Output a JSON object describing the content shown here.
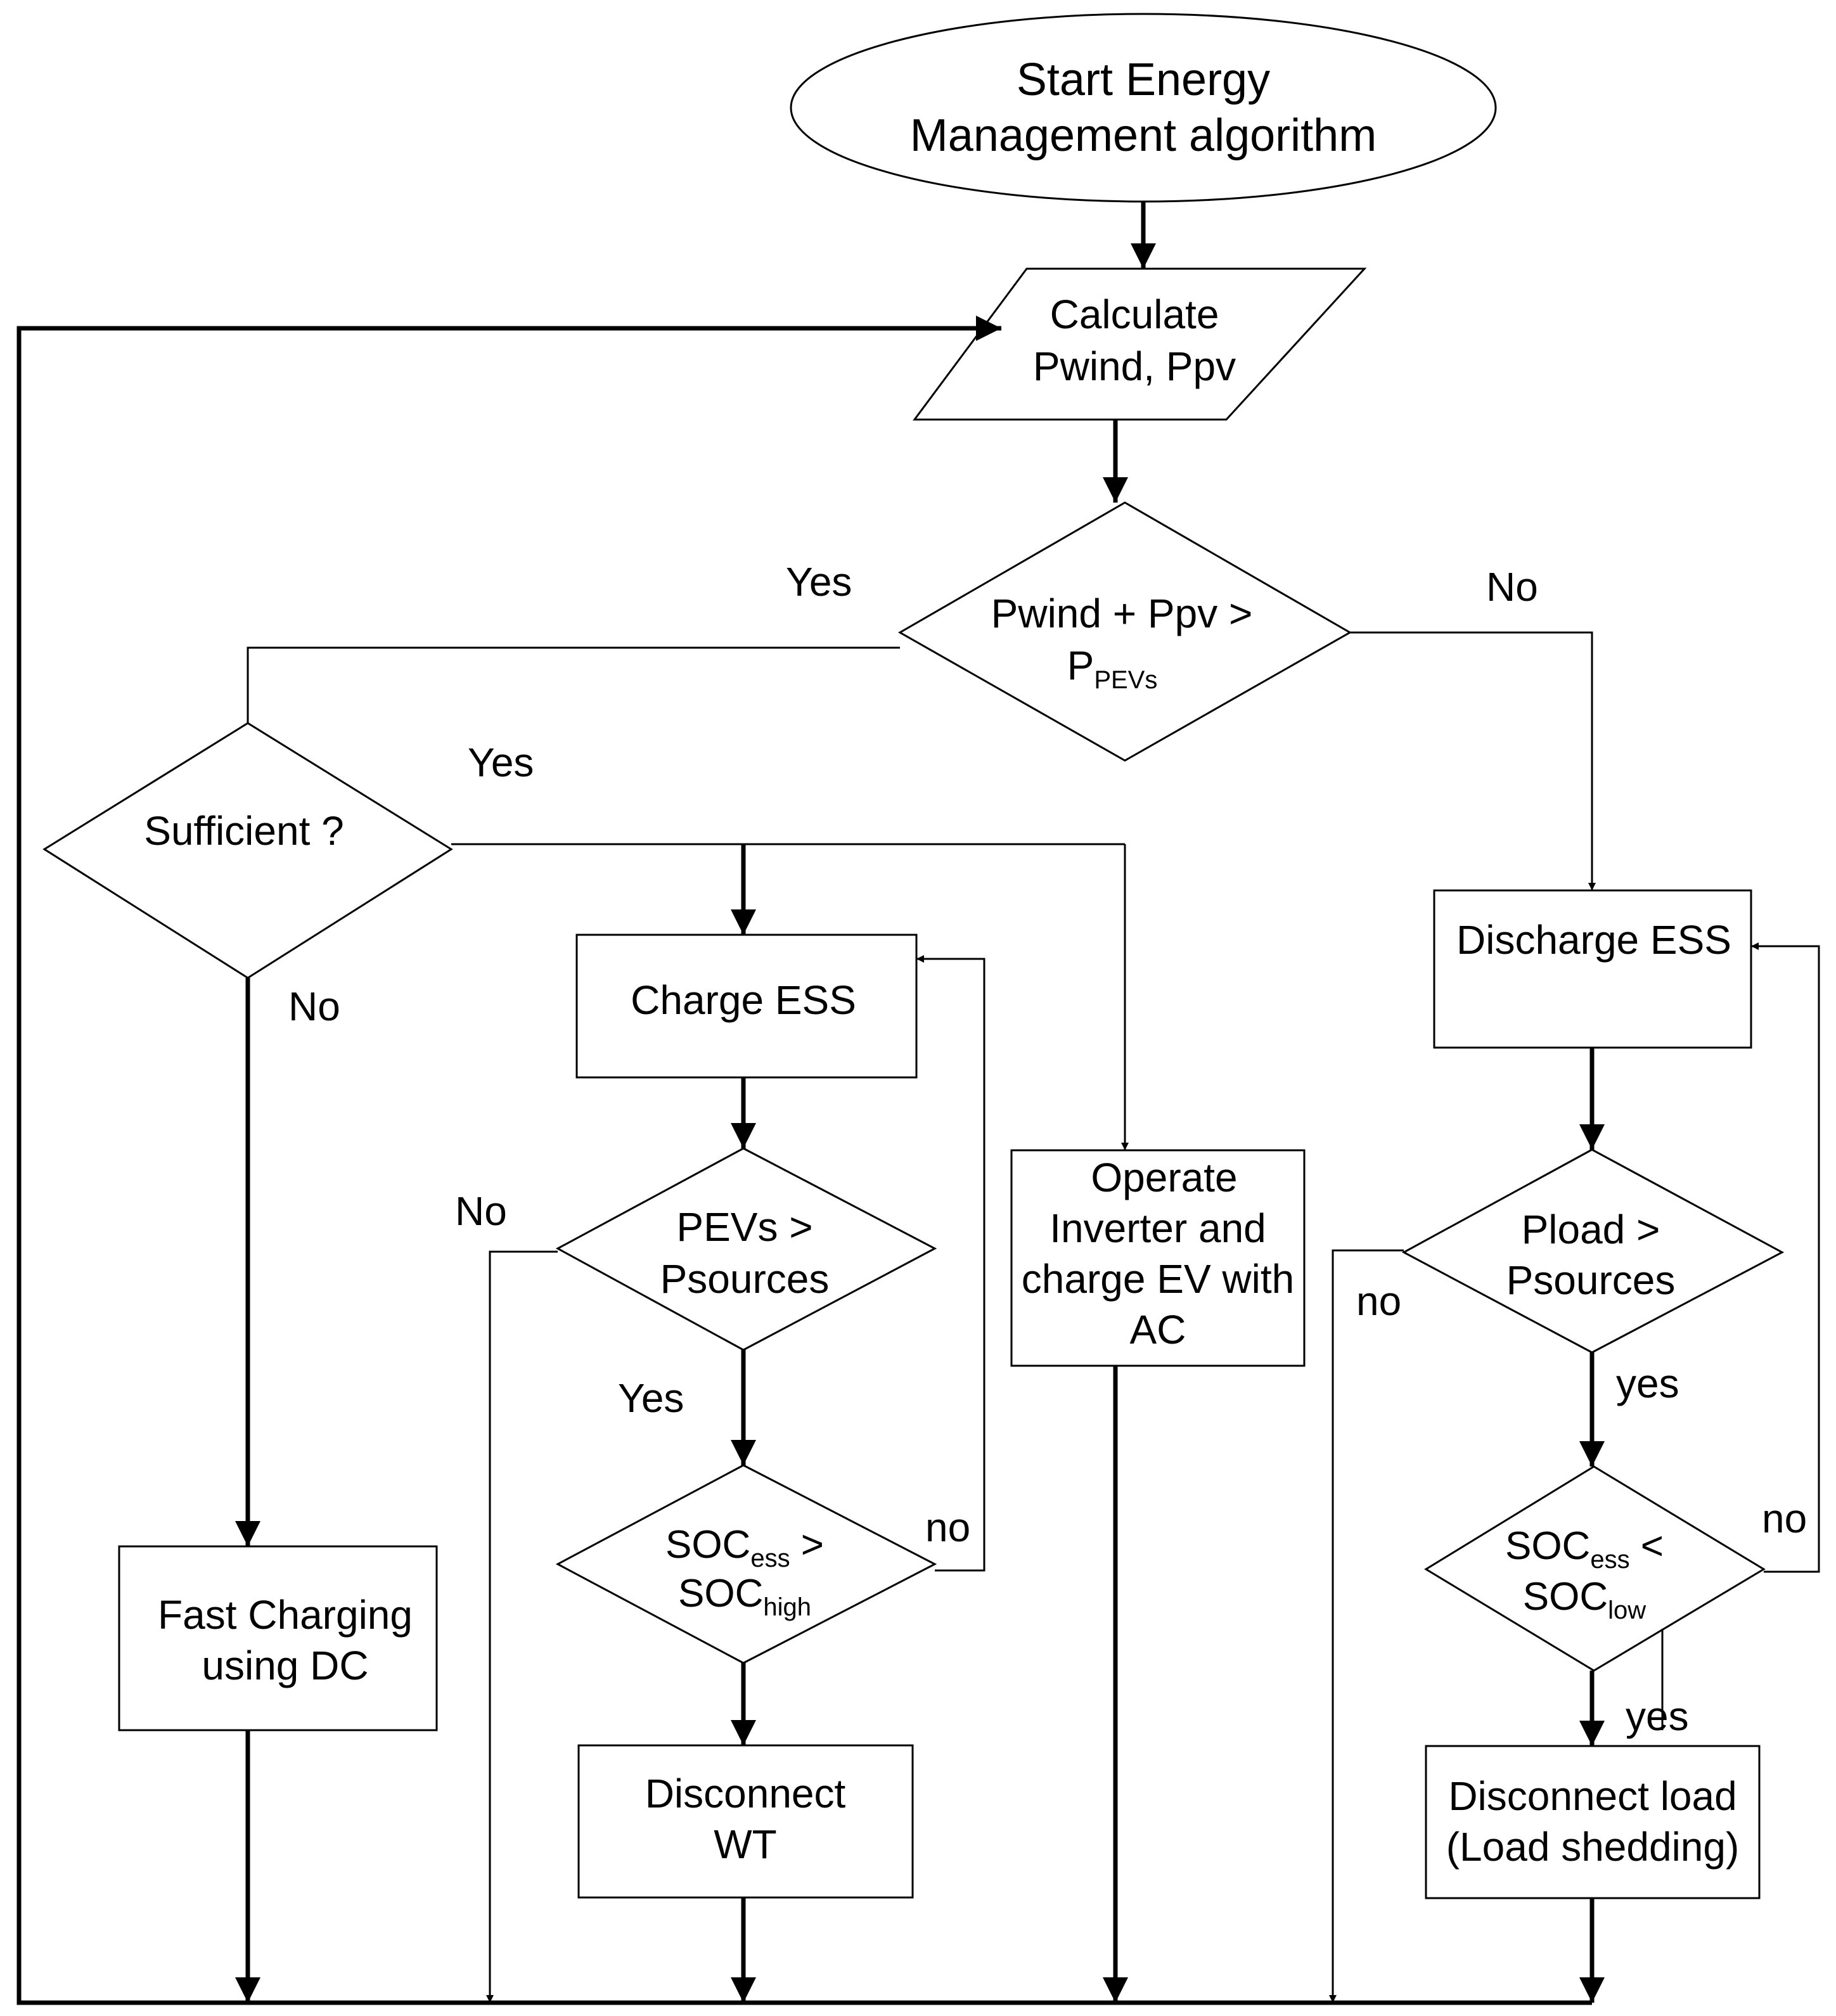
{
  "nodes": {
    "start_line1": "Start Energy",
    "start_line2": "Management algorithm",
    "calc_line1": "Calculate",
    "calc_line2": "Pwind, Ppv",
    "d1_line1": "Pwind + Ppv >",
    "d1_line2_main": "P",
    "d1_line2_sub": "PEVs",
    "sufficient": "Sufficient ?",
    "charge_ess": "Charge ESS",
    "d_pevs_line1": "PEVs >",
    "d_pevs_line2": "Psources",
    "d_soc_high_l1_main": "SOC",
    "d_soc_high_l1_sub": "ess",
    "d_soc_high_l1_op": " >",
    "d_soc_high_l2_main": "SOC",
    "d_soc_high_l2_sub": "high",
    "disconnect_wt_line1": "Disconnect",
    "disconnect_wt_line2": "WT",
    "operate_line1": "Operate",
    "operate_line2": "Inverter and",
    "operate_line3": "charge EV with",
    "operate_line4": "AC",
    "fast_line1": "Fast Charging",
    "fast_line2": "using DC",
    "discharge_ess": "Discharge ESS",
    "d_pload_line1": "Pload >",
    "d_pload_line2": "Psources",
    "d_soc_low_l1_main": "SOC",
    "d_soc_low_l1_sub": "ess",
    "d_soc_low_l1_op": " <",
    "d_soc_low_l2_main": "SOC",
    "d_soc_low_l2_sub": "low",
    "disconnect_load_line1": "Disconnect load",
    "disconnect_load_line2": "(Load shedding)"
  },
  "edge_labels": {
    "d1_yes": "Yes",
    "d1_no": "No",
    "sufficient_yes": "Yes",
    "sufficient_no": "No",
    "pevs_no": "No",
    "pevs_yes": "Yes",
    "soc_high_no": "no",
    "pload_no": "no",
    "pload_yes": "yes",
    "soc_low_no": "no",
    "soc_low_yes": "yes"
  }
}
